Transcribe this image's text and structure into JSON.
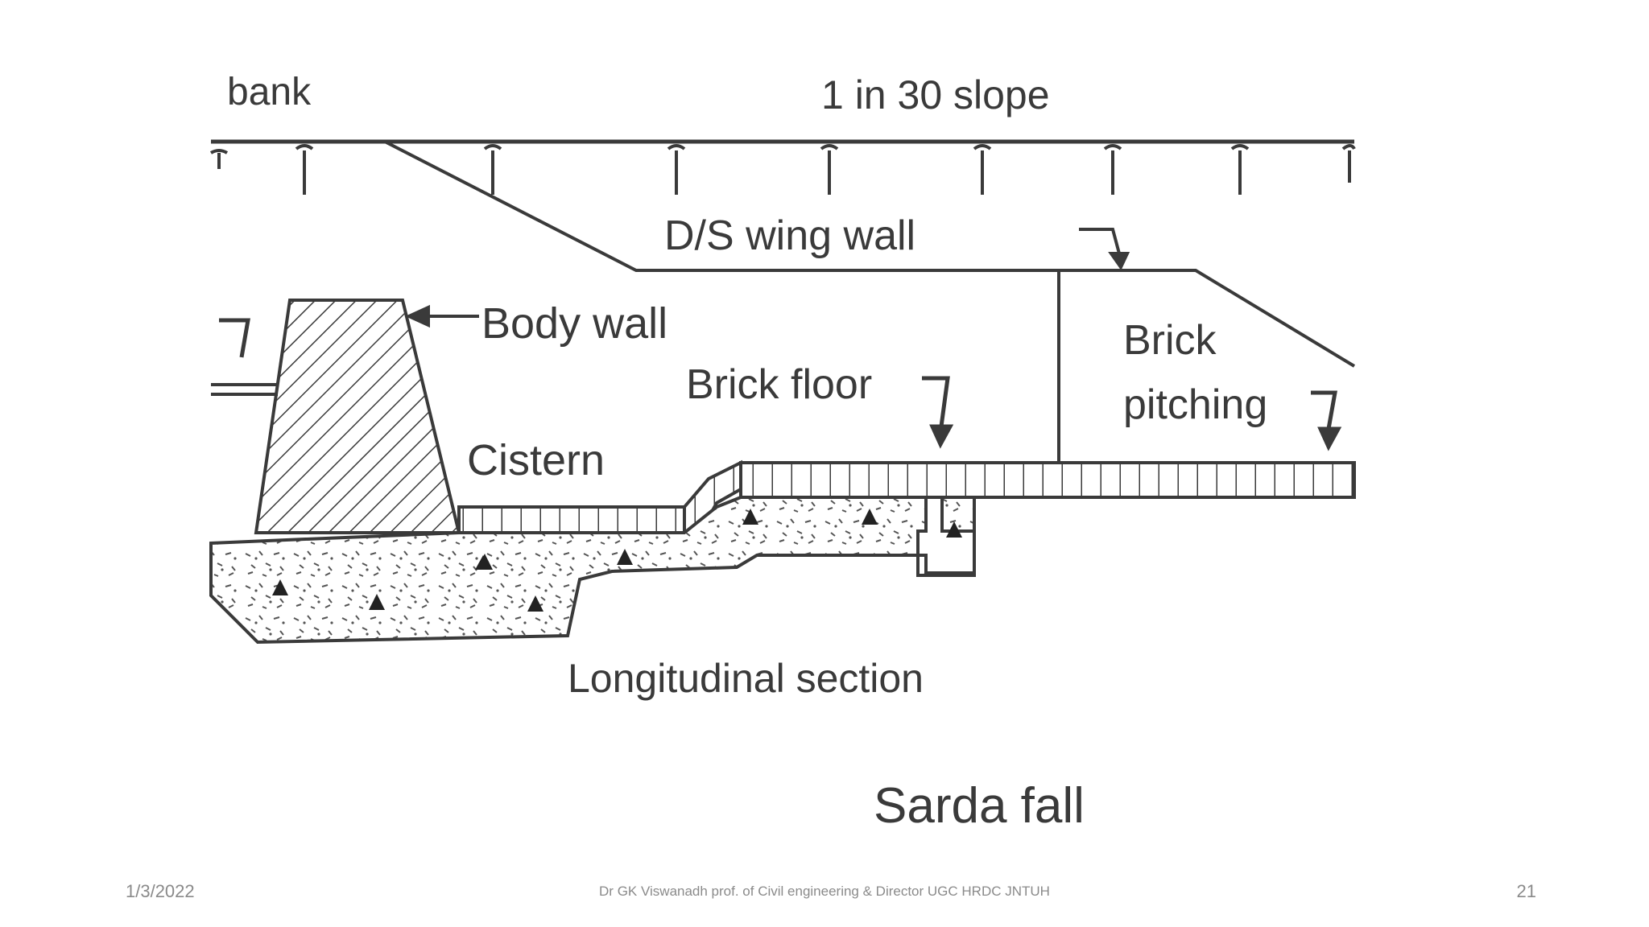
{
  "labels": {
    "bank": "bank",
    "slope": "1 in 30 slope",
    "ds_wing_wall": "D/S wing wall",
    "body_wall": "Body wall",
    "brick_floor": "Brick floor",
    "brick": "Brick",
    "pitching": "pitching",
    "cistern": "Cistern",
    "section": "Longitudinal section",
    "title": "Sarda fall"
  },
  "footer": {
    "date": "1/3/2022",
    "credit": "Dr GK Viswanadh prof. of Civil engineering & Director UGC HRDC JNTUH",
    "page": "21"
  },
  "colors": {
    "line": "#3a3a3a",
    "footer_text": "#8a8a8a"
  }
}
